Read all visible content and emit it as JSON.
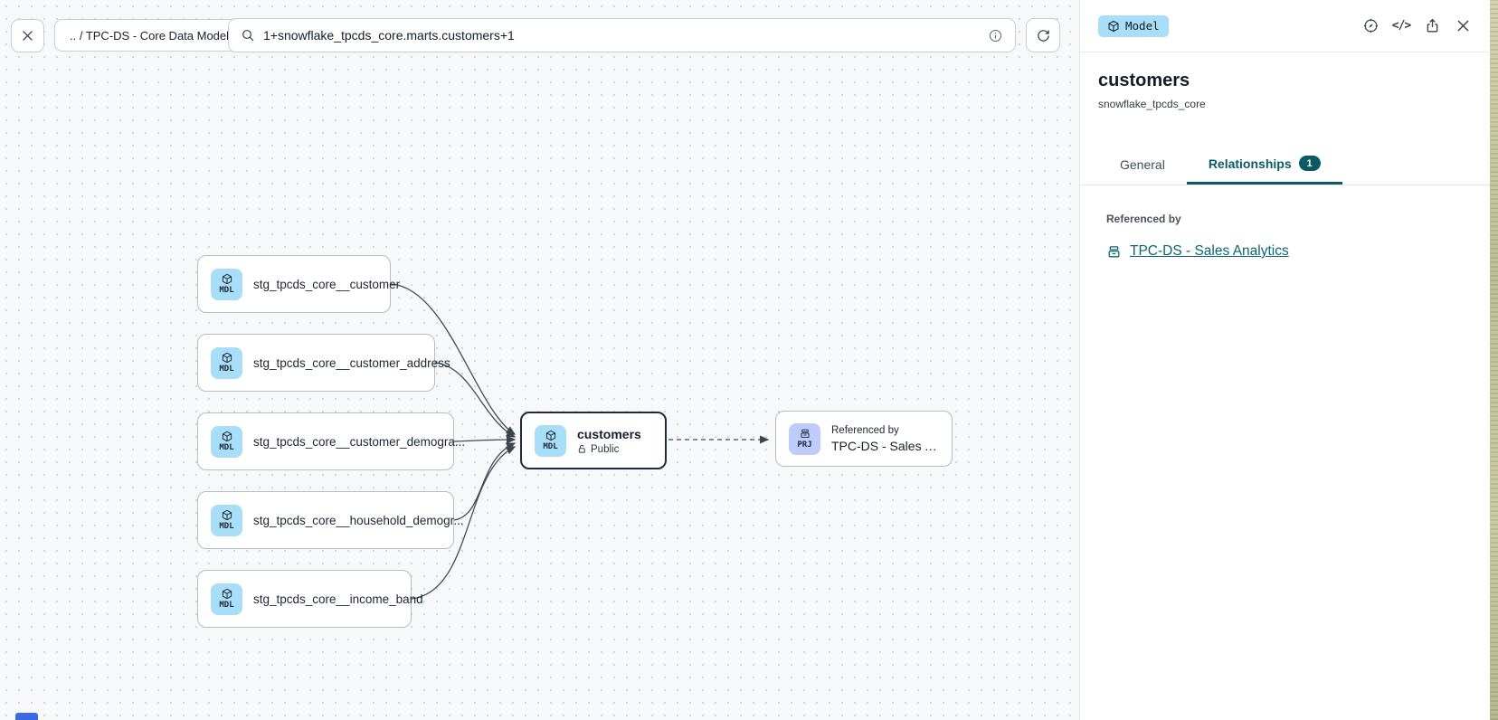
{
  "toolbar": {
    "breadcrumb": ".. / TPC-DS - Core Data Models",
    "search": {
      "value": "1+snowflake_tpcds_core.marts.customers+1"
    }
  },
  "canvas": {
    "upstream_nodes": [
      {
        "badge": "MDL",
        "label": "stg_tpcds_core__customer"
      },
      {
        "badge": "MDL",
        "label": "stg_tpcds_core__customer_address"
      },
      {
        "badge": "MDL",
        "label": "stg_tpcds_core__customer_demogra..."
      },
      {
        "badge": "MDL",
        "label": "stg_tpcds_core__household_demogr..."
      },
      {
        "badge": "MDL",
        "label": "stg_tpcds_core__income_band"
      }
    ],
    "selected_node": {
      "badge": "MDL",
      "label": "customers",
      "access": "Public"
    },
    "downstream_node": {
      "badge": "PRJ",
      "eyebrow": "Referenced by",
      "label": "TPC-DS - Sales Analytics"
    }
  },
  "panel": {
    "type_badge": "Model",
    "title": "customers",
    "subtitle": "snowflake_tpcds_core",
    "tabs": [
      {
        "label": "General"
      },
      {
        "label": "Relationships",
        "count": "1"
      }
    ],
    "referenced_by_heading": "Referenced by",
    "referenced_by_link": "TPC-DS - Sales Analytics"
  },
  "colors": {
    "accent_teal": "#0a5b66",
    "link_teal": "#0c6570",
    "model_tile_blue": "#a8def8",
    "project_tile_purple": "#bfcbfa",
    "canvas_background": "#f7f8f9"
  }
}
